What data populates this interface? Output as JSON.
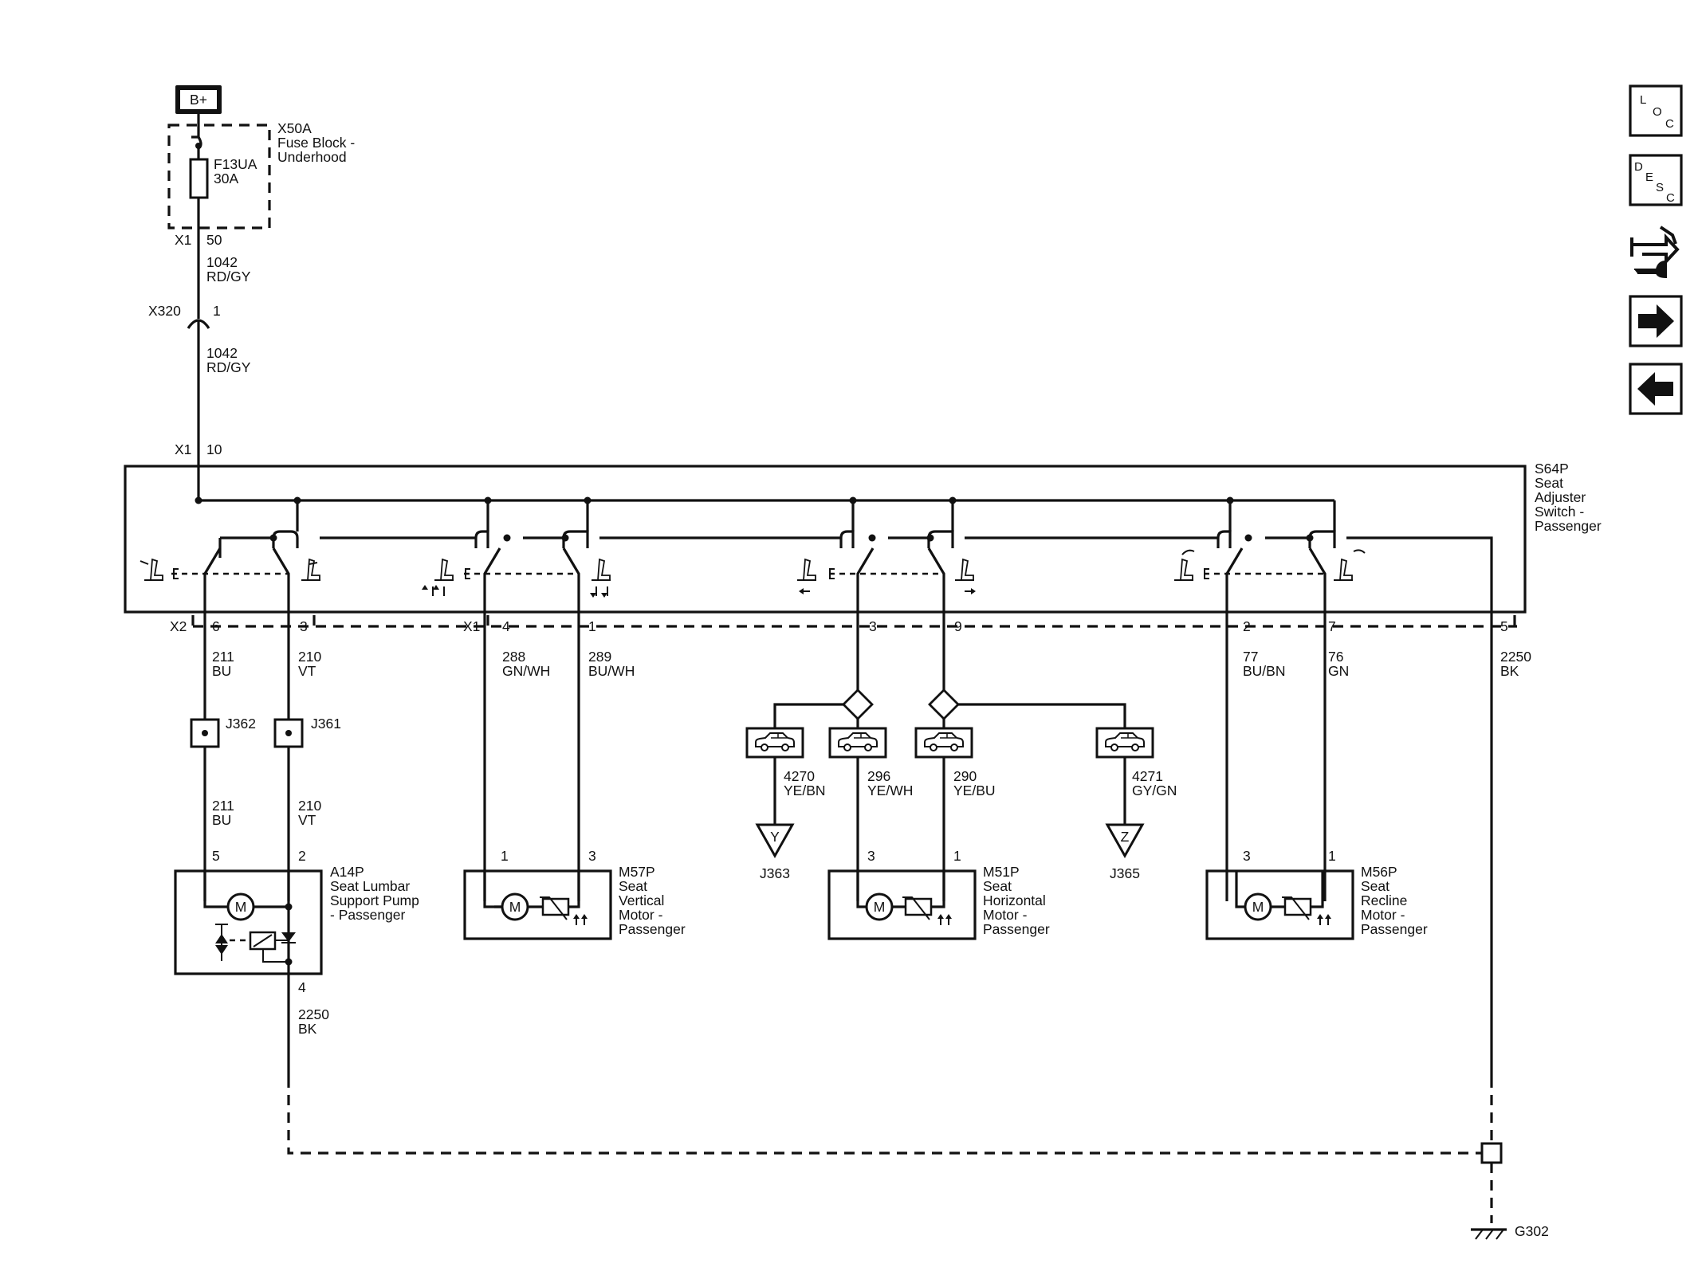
{
  "power": {
    "label": "B+"
  },
  "fuse_block": {
    "name": "X50A",
    "desc1": "Fuse Block -",
    "desc2": "Underhood",
    "fuse": "F13UA",
    "rating": "30A",
    "conn": "X1",
    "pin": "50"
  },
  "feed": {
    "upper": {
      "circuit": "1042",
      "color": "RD/GY"
    },
    "inline_conn": {
      "name": "X320",
      "pin": "1"
    },
    "lower": {
      "circuit": "1042",
      "color": "RD/GY"
    },
    "switch_conn": "X1",
    "switch_pin": "10"
  },
  "switch": {
    "name": "S64P",
    "desc": [
      "Seat",
      "Adjuster",
      "Switch -",
      "Passenger"
    ]
  },
  "connectors": {
    "x2": "X2",
    "x1": "X1"
  },
  "switch_pins": [
    {
      "pin": "6",
      "circuit": "211",
      "color": "BU"
    },
    {
      "pin": "3",
      "circuit": "210",
      "color": "VT"
    },
    {
      "pin": "4",
      "circuit": "288",
      "color": "GN/WH"
    },
    {
      "pin": "1",
      "circuit": "289",
      "color": "BU/WH"
    },
    {
      "pin": "3"
    },
    {
      "pin": "9"
    },
    {
      "pin": "2",
      "circuit": "77",
      "color": "BU/BN"
    },
    {
      "pin": "7",
      "circuit": "76",
      "color": "GN"
    },
    {
      "pin": "5",
      "circuit": "2250",
      "color": "BK"
    }
  ],
  "splices": {
    "j362": "J362",
    "j361": "J361"
  },
  "lumbar_wires": [
    {
      "circuit": "211",
      "color": "BU"
    },
    {
      "circuit": "210",
      "color": "VT"
    }
  ],
  "harness_wires": [
    {
      "circuit": "4270",
      "color": "YE/BN",
      "dest_label": "Y",
      "dest": "J363"
    },
    {
      "circuit": "296",
      "color": "YE/WH"
    },
    {
      "circuit": "290",
      "color": "YE/BU"
    },
    {
      "circuit": "4271",
      "color": "GY/GN",
      "dest_label": "Z",
      "dest": "J365"
    }
  ],
  "components": [
    {
      "name": "A14P",
      "desc": [
        "Seat Lumbar",
        "Support Pump",
        "- Passenger"
      ],
      "pin_a": "5",
      "pin_b": "2",
      "pin_gnd": "4",
      "motor": "M"
    },
    {
      "name": "M57P",
      "desc": [
        "Seat",
        "Vertical",
        "Motor -",
        "Passenger"
      ],
      "pin_a": "1",
      "pin_b": "3",
      "motor": "M"
    },
    {
      "name": "M51P",
      "desc": [
        "Seat",
        "Horizontal",
        "Motor -",
        "Passenger"
      ],
      "pin_a": "3",
      "pin_b": "1",
      "motor": "M"
    },
    {
      "name": "M56P",
      "desc": [
        "Seat",
        "Recline",
        "Motor -",
        "Passenger"
      ],
      "pin_a": "3",
      "pin_b": "1",
      "motor": "M"
    }
  ],
  "ground_wire": {
    "circuit": "2250",
    "color": "BK"
  },
  "ground": {
    "name": "G302"
  },
  "nav": {
    "loc": [
      "L",
      "O",
      "C"
    ],
    "desc": [
      "D",
      "E",
      "S",
      "C"
    ],
    "icons": [
      "diagnostic-wrench-icon",
      "arrow-right-icon",
      "arrow-left-icon"
    ]
  }
}
